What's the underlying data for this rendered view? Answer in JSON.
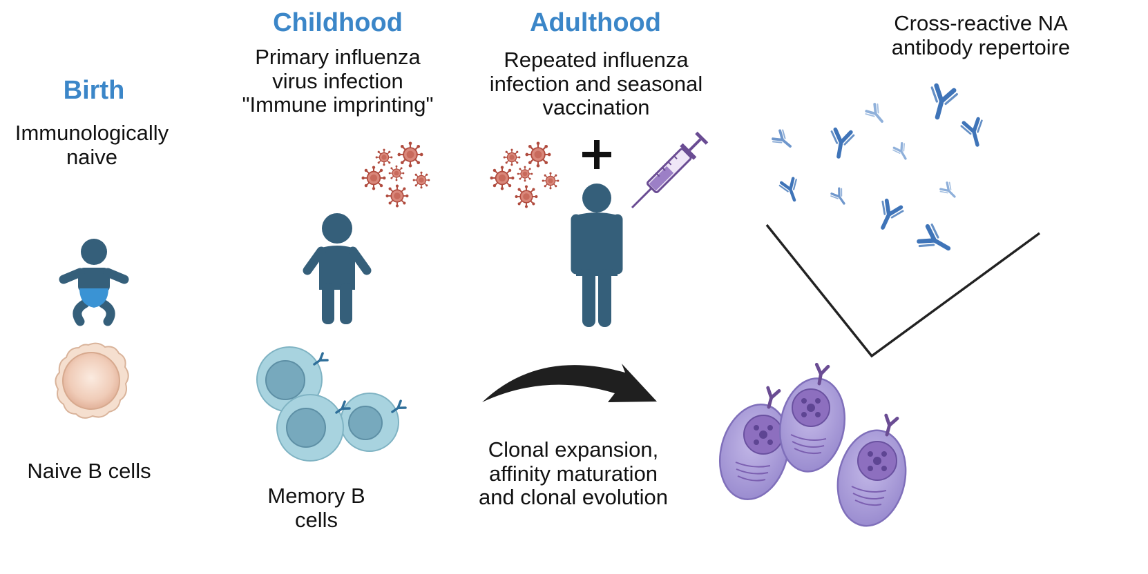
{
  "stages": {
    "birth": {
      "heading": "Birth",
      "description": "Immunologically\nnaive",
      "cell_label": "Naive B cells"
    },
    "childhood": {
      "heading": "Childhood",
      "description": "Primary influenza\nvirus infection\n\"Immune imprinting\"",
      "cell_label": "Memory B\ncells"
    },
    "adulthood": {
      "heading": "Adulthood",
      "description": "Repeated influenza\ninfection and seasonal\nvaccination",
      "process_label": "Clonal expansion,\naffinity maturation\nand clonal evolution"
    },
    "repertoire": {
      "description": "Cross-reactive NA\nantibody repertoire"
    }
  },
  "colors": {
    "heading": "#3b86c8",
    "person": "#355f7a",
    "diaper": "#3a93d4",
    "virus": "#c05a4c",
    "antibody": "#4a7fc1",
    "naive_cell": "#f1d3c2",
    "memory_cell": "#8cc3d2",
    "plasma_cell": "#a497d2",
    "syringe": "#6a4c93"
  }
}
